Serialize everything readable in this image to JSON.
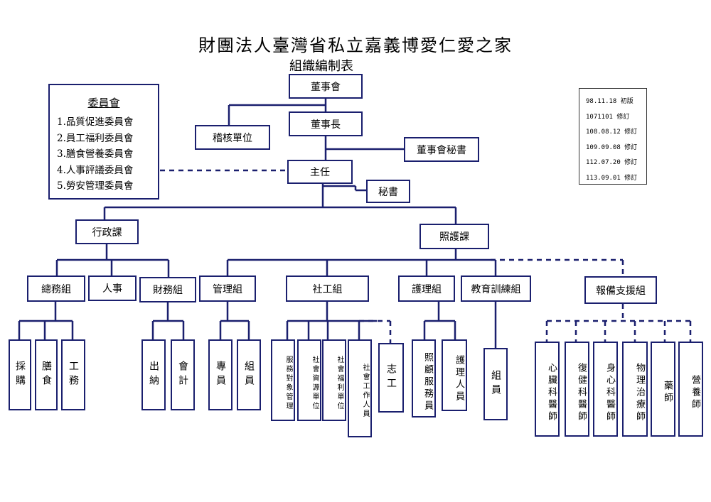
{
  "title": "財團法人臺灣省私立嘉義博愛仁愛之家",
  "subtitle": "組織編制表",
  "committee": {
    "title": "委員會",
    "items": [
      "1.品質促進委員會",
      "2.員工福利委員會",
      "3.膳食營養委員會",
      "4.人事評議委員會",
      "5.勞安管理委員會"
    ]
  },
  "revisions": [
    "98.11.18 初版",
    "1071101 修訂",
    "108.08.12 修訂",
    "109.09.08 修訂",
    "112.07.20 修訂",
    "113.09.01 修訂"
  ],
  "nodes": {
    "board": "董事會",
    "audit": "稽核單位",
    "chairman": "董事長",
    "board_secretary": "董事會秘書",
    "director": "主任",
    "secretary": "秘書",
    "admin_section": "行政課",
    "care_section": "照護課",
    "general_affairs": "總務組",
    "personnel": "人事",
    "finance": "財務組",
    "management": "管理組",
    "social_work": "社工組",
    "nursing": "護理組",
    "education": "教育訓練組",
    "support": "報備支援組"
  },
  "leaves": {
    "purchasing": "採購",
    "meals": "膳食",
    "maintenance": "工務",
    "cashier": "出納",
    "accounting": "會計",
    "specialist": "專員",
    "mgmt_staff": "組員",
    "service_case": "服務對象管理",
    "resources": "社會資源單位",
    "welfare": "社會福利單位",
    "social_worker": "社會工作人員",
    "volunteer": "志工",
    "care_attendant": "照顧服務員",
    "nurse": "護理人員",
    "edu_staff": "組員",
    "cardiologist": "心臟科醫師",
    "rehab_doctor": "復健科醫師",
    "psychiatrist": "身心科醫師",
    "physio": "物理治療師",
    "pharmacist": "藥師",
    "dietitian": "營養師"
  }
}
